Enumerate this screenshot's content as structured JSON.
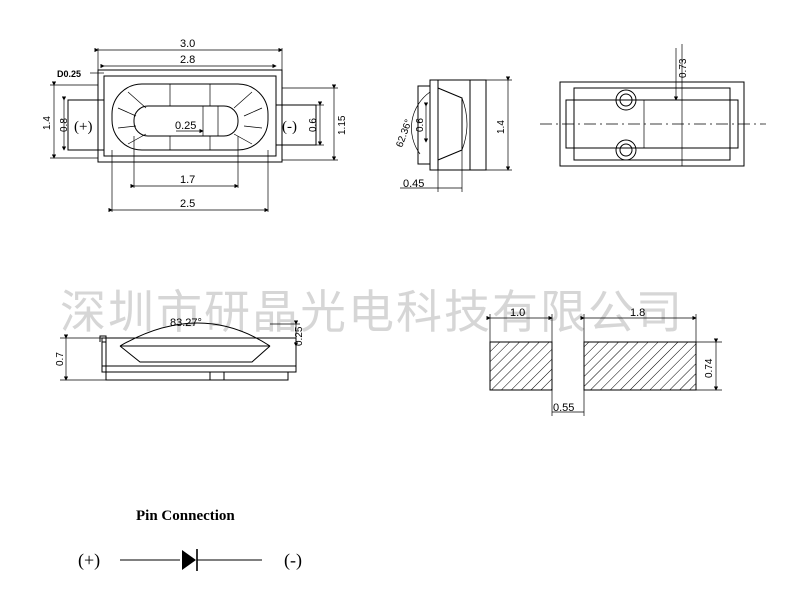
{
  "watermark": "深圳市研晶光电科技有限公司",
  "top_view": {
    "dim_overall_width": "3.0",
    "dim_body_width": "2.8",
    "dim_cut": "D0.25",
    "dim_lens_outer": "2.5",
    "dim_lens_inner": "1.7",
    "dim_center_gap": "0.25",
    "dim_height": "1.4",
    "dim_pad_height_left": "0.8",
    "dim_pad_height_right": "0.6",
    "dim_body_height_right": "1.15",
    "pad_left_label": "(+)",
    "pad_right_label": "(-)"
  },
  "side_view": {
    "dim_angle": "62.36°",
    "dim_lens": "0.6",
    "dim_height": "1.4",
    "dim_base": "0.45"
  },
  "end_view": {
    "dim_height": "0.73"
  },
  "front_view": {
    "dim_angle": "83.27°",
    "dim_height": "0.7",
    "dim_lens_height": "0.25"
  },
  "pad_layout": {
    "dim_left_pad": "1.0",
    "dim_right_pad": "1.8",
    "dim_gap": "0.55",
    "dim_height": "0.74"
  },
  "pin_connection": {
    "title": "Pin Connection",
    "anode_label": "(+)",
    "cathode_label": "(-)"
  }
}
